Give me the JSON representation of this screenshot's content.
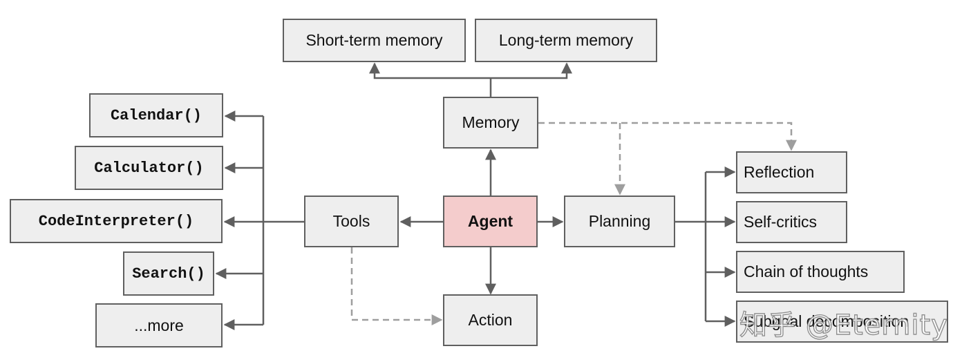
{
  "colors": {
    "node_fill": "#eeeeee",
    "node_border": "#5f5f5f",
    "agent_fill": "#f4cccc",
    "solid_edge": "#5f5f5f",
    "dashed_edge": "#9e9e9e"
  },
  "nodes": {
    "short_term_memory": "Short-term memory",
    "long_term_memory": "Long-term memory",
    "memory": "Memory",
    "agent": "Agent",
    "tools": "Tools",
    "planning": "Planning",
    "action": "Action",
    "calendar": "Calendar()",
    "calculator": "Calculator()",
    "code_interpreter": "CodeInterpreter()",
    "search": "Search()",
    "more": "...more",
    "reflection": "Reflection",
    "self_critics": "Self-critics",
    "chain_of_thoughts": "Chain of thoughts",
    "subgoal_decomposition": "Subgoal decomposition"
  },
  "watermark": "知乎 @Eternity"
}
